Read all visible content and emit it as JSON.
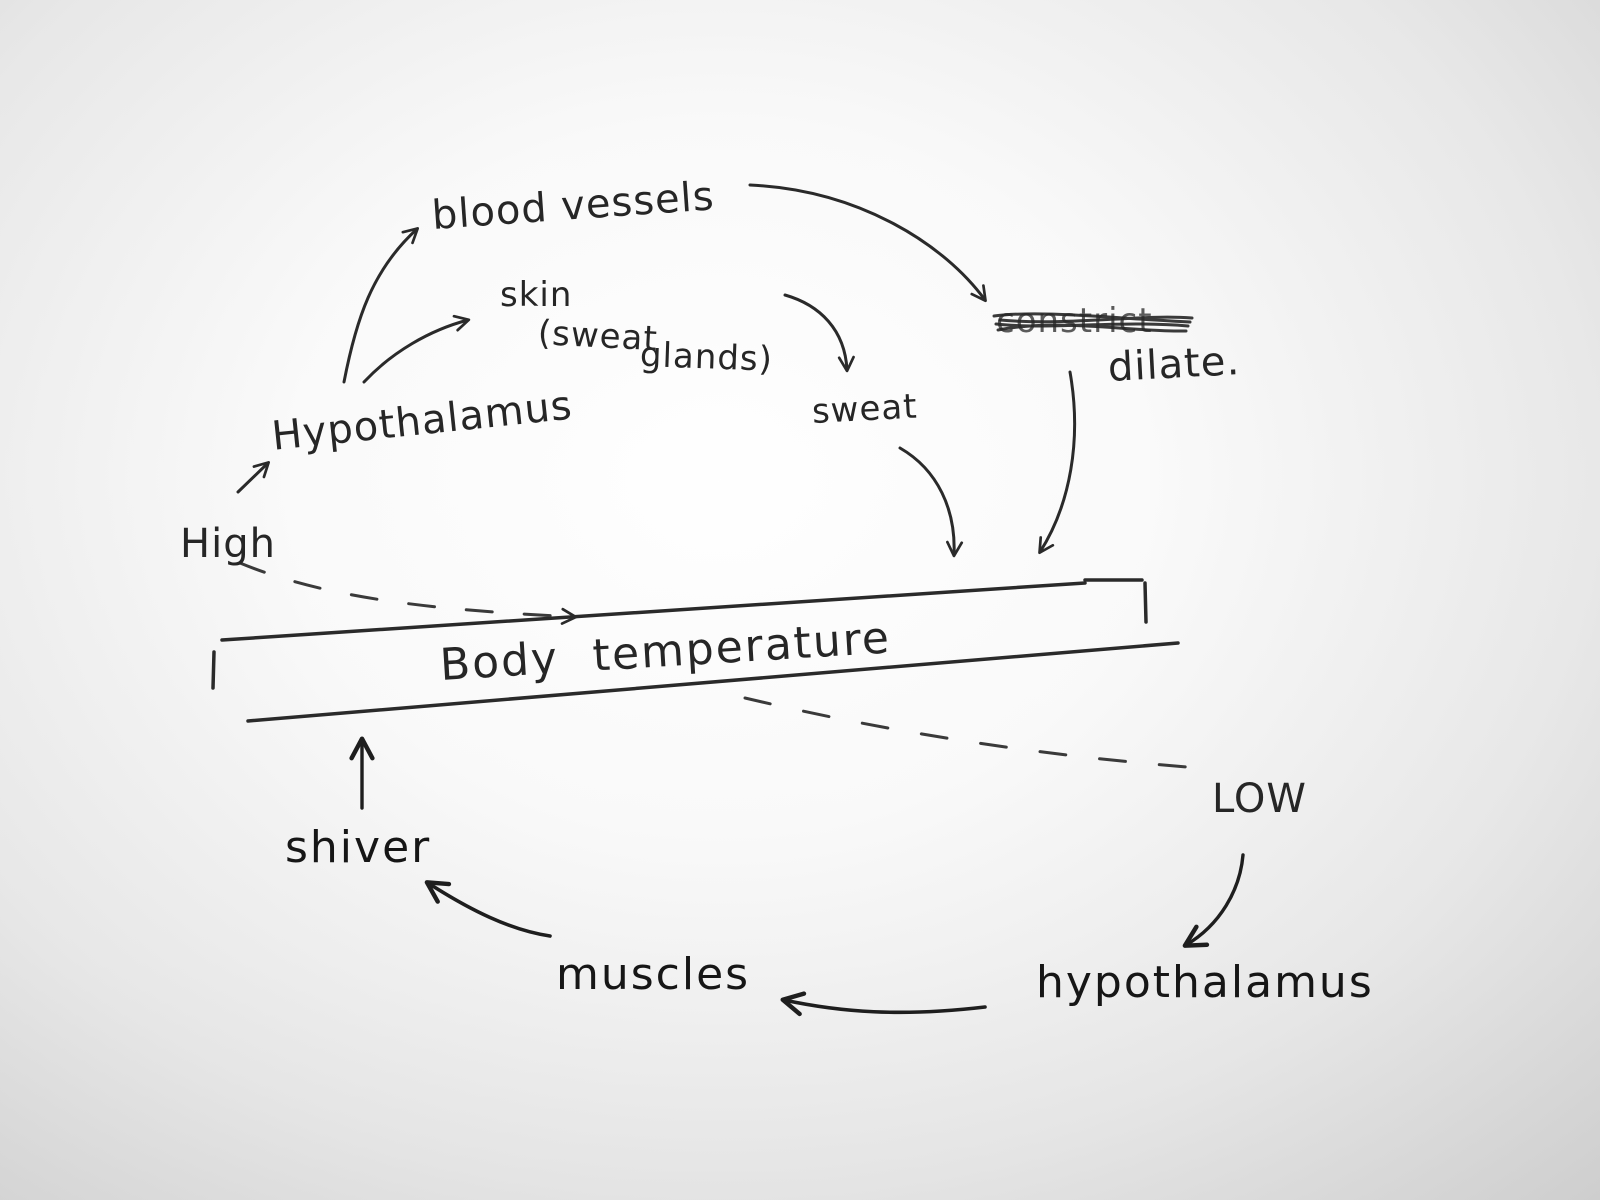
{
  "diagram": {
    "labels": {
      "blood_vessels": "blood vessels",
      "skin": "skin",
      "sweat_glands_line1": "(sweat",
      "sweat_glands_line2": "glands)",
      "constrict_crossed_out": "constrict",
      "dilate": "dilate.",
      "sweat": "sweat",
      "hypothalamus_top": "Hypothalamus",
      "high": "High",
      "body_temperature": "Body   temperature",
      "low": "LOW",
      "shiver": "shiver",
      "muscles": "muscles",
      "hypothalamus_bottom": "hypothalamus"
    },
    "colors": {
      "ink": "#2a2a2a",
      "dash": "#3a3a3a",
      "paper": "#f4f4f4"
    }
  }
}
